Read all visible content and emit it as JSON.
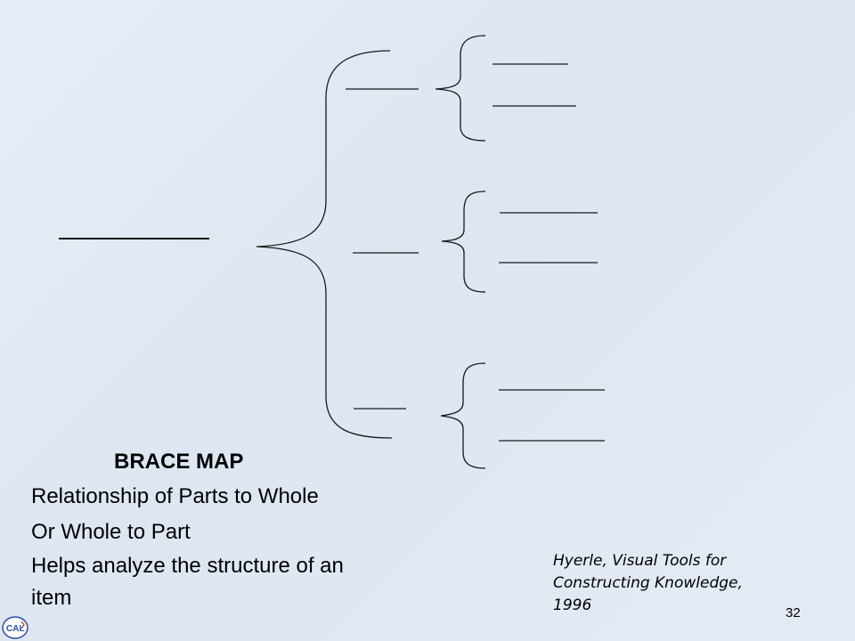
{
  "diagram": {
    "title": "BRACE MAP",
    "description_lines": [
      "Relationship of Parts to Whole",
      "Or Whole to Part",
      "Helps analyze the structure of an",
      "item"
    ]
  },
  "citation": {
    "lines": [
      "Hyerle, Visual Tools for",
      "Constructing Knowledge,",
      "1996"
    ]
  },
  "footer": {
    "page_number": "32",
    "logo_text": "CAL"
  },
  "colors": {
    "line": "#1a1a1a",
    "logo": "#2a4fa0"
  }
}
